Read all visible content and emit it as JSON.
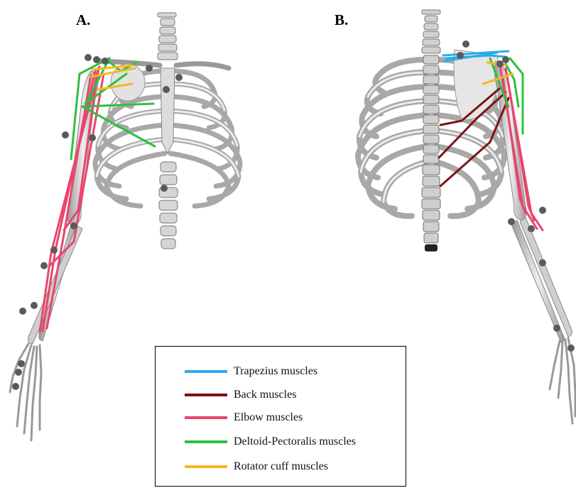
{
  "panels": [
    {
      "label": "A."
    },
    {
      "label": "B."
    }
  ],
  "legend": {
    "items": [
      {
        "label": "Trapezius muscles",
        "color": "#29aee6"
      },
      {
        "label": "Back muscles",
        "color": "#7a1414"
      },
      {
        "label": "Elbow muscles",
        "color": "#e8466d"
      },
      {
        "label": "Deltoid-Pectoralis muscles",
        "color": "#2ec040"
      },
      {
        "label": "Rotator cuff muscles",
        "color": "#f5b820"
      }
    ]
  },
  "colors": {
    "bone": "#d2d2d2",
    "bone_shadow": "#8a8a8a",
    "marker": "#5a5a5a"
  }
}
